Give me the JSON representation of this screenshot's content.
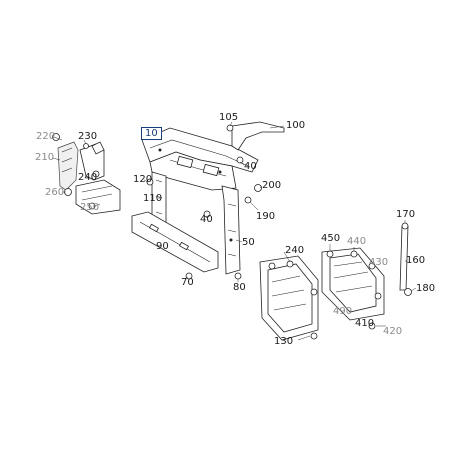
{
  "diagram": {
    "callouts": [
      {
        "id": "10",
        "label": "10",
        "style": "boxed"
      },
      {
        "id": "40a",
        "label": "40",
        "style": "normal"
      },
      {
        "id": "40b",
        "label": "40",
        "style": "normal"
      },
      {
        "id": "50",
        "label": "50",
        "style": "normal"
      },
      {
        "id": "70",
        "label": "70",
        "style": "normal"
      },
      {
        "id": "80",
        "label": "80",
        "style": "normal"
      },
      {
        "id": "90",
        "label": "90",
        "style": "normal"
      },
      {
        "id": "100",
        "label": "100",
        "style": "normal"
      },
      {
        "id": "105",
        "label": "105",
        "style": "normal"
      },
      {
        "id": "110",
        "label": "110",
        "style": "normal"
      },
      {
        "id": "120",
        "label": "120",
        "style": "normal"
      },
      {
        "id": "130",
        "label": "130",
        "style": "normal"
      },
      {
        "id": "160",
        "label": "160",
        "style": "normal"
      },
      {
        "id": "170",
        "label": "170",
        "style": "normal"
      },
      {
        "id": "180",
        "label": "180",
        "style": "normal"
      },
      {
        "id": "190",
        "label": "190",
        "style": "normal"
      },
      {
        "id": "200",
        "label": "200",
        "style": "normal"
      },
      {
        "id": "210",
        "label": "210",
        "style": "grey"
      },
      {
        "id": "220",
        "label": "220",
        "style": "grey"
      },
      {
        "id": "230",
        "label": "230",
        "style": "normal"
      },
      {
        "id": "240a",
        "label": "240",
        "style": "normal"
      },
      {
        "id": "240b",
        "label": "240",
        "style": "normal"
      },
      {
        "id": "250",
        "label": "250",
        "style": "grey"
      },
      {
        "id": "260",
        "label": "260",
        "style": "grey"
      },
      {
        "id": "410",
        "label": "410",
        "style": "normal"
      },
      {
        "id": "420",
        "label": "420",
        "style": "grey"
      },
      {
        "id": "430",
        "label": "430",
        "style": "grey"
      },
      {
        "id": "440",
        "label": "440",
        "style": "grey"
      },
      {
        "id": "450",
        "label": "450",
        "style": "normal"
      },
      {
        "id": "490",
        "label": "490",
        "style": "grey"
      }
    ]
  }
}
